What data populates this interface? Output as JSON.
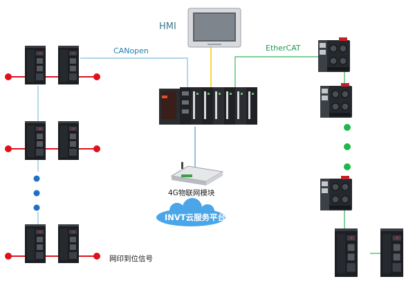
{
  "labels": {
    "hmi": "HMI",
    "canopen": "CANopen",
    "ethercat": "EtherCAT",
    "iot_module": "4G物联网模块",
    "cloud": "INVT云服务平台",
    "signal": "网印到位信号"
  },
  "colors": {
    "canopen_line": "#7fbde0",
    "ethercat_line": "#2eb858",
    "hmi_line": "#f0c400",
    "iot_line": "#4d94c9",
    "signal_red": "#e0101a",
    "continuation_blue": "#1f6fc4",
    "continuation_green": "#1db84a",
    "cloud_fill": "#4aa6e8",
    "device_body": "#1c1e22"
  },
  "icons": {
    "hmi": "touch-panel-icon",
    "plc": "plc-rack-icon",
    "servo_drive": "servo-drive-icon",
    "iot_module": "iot-gateway-icon",
    "cloud": "cloud-icon",
    "io_module": "remote-io-icon"
  }
}
